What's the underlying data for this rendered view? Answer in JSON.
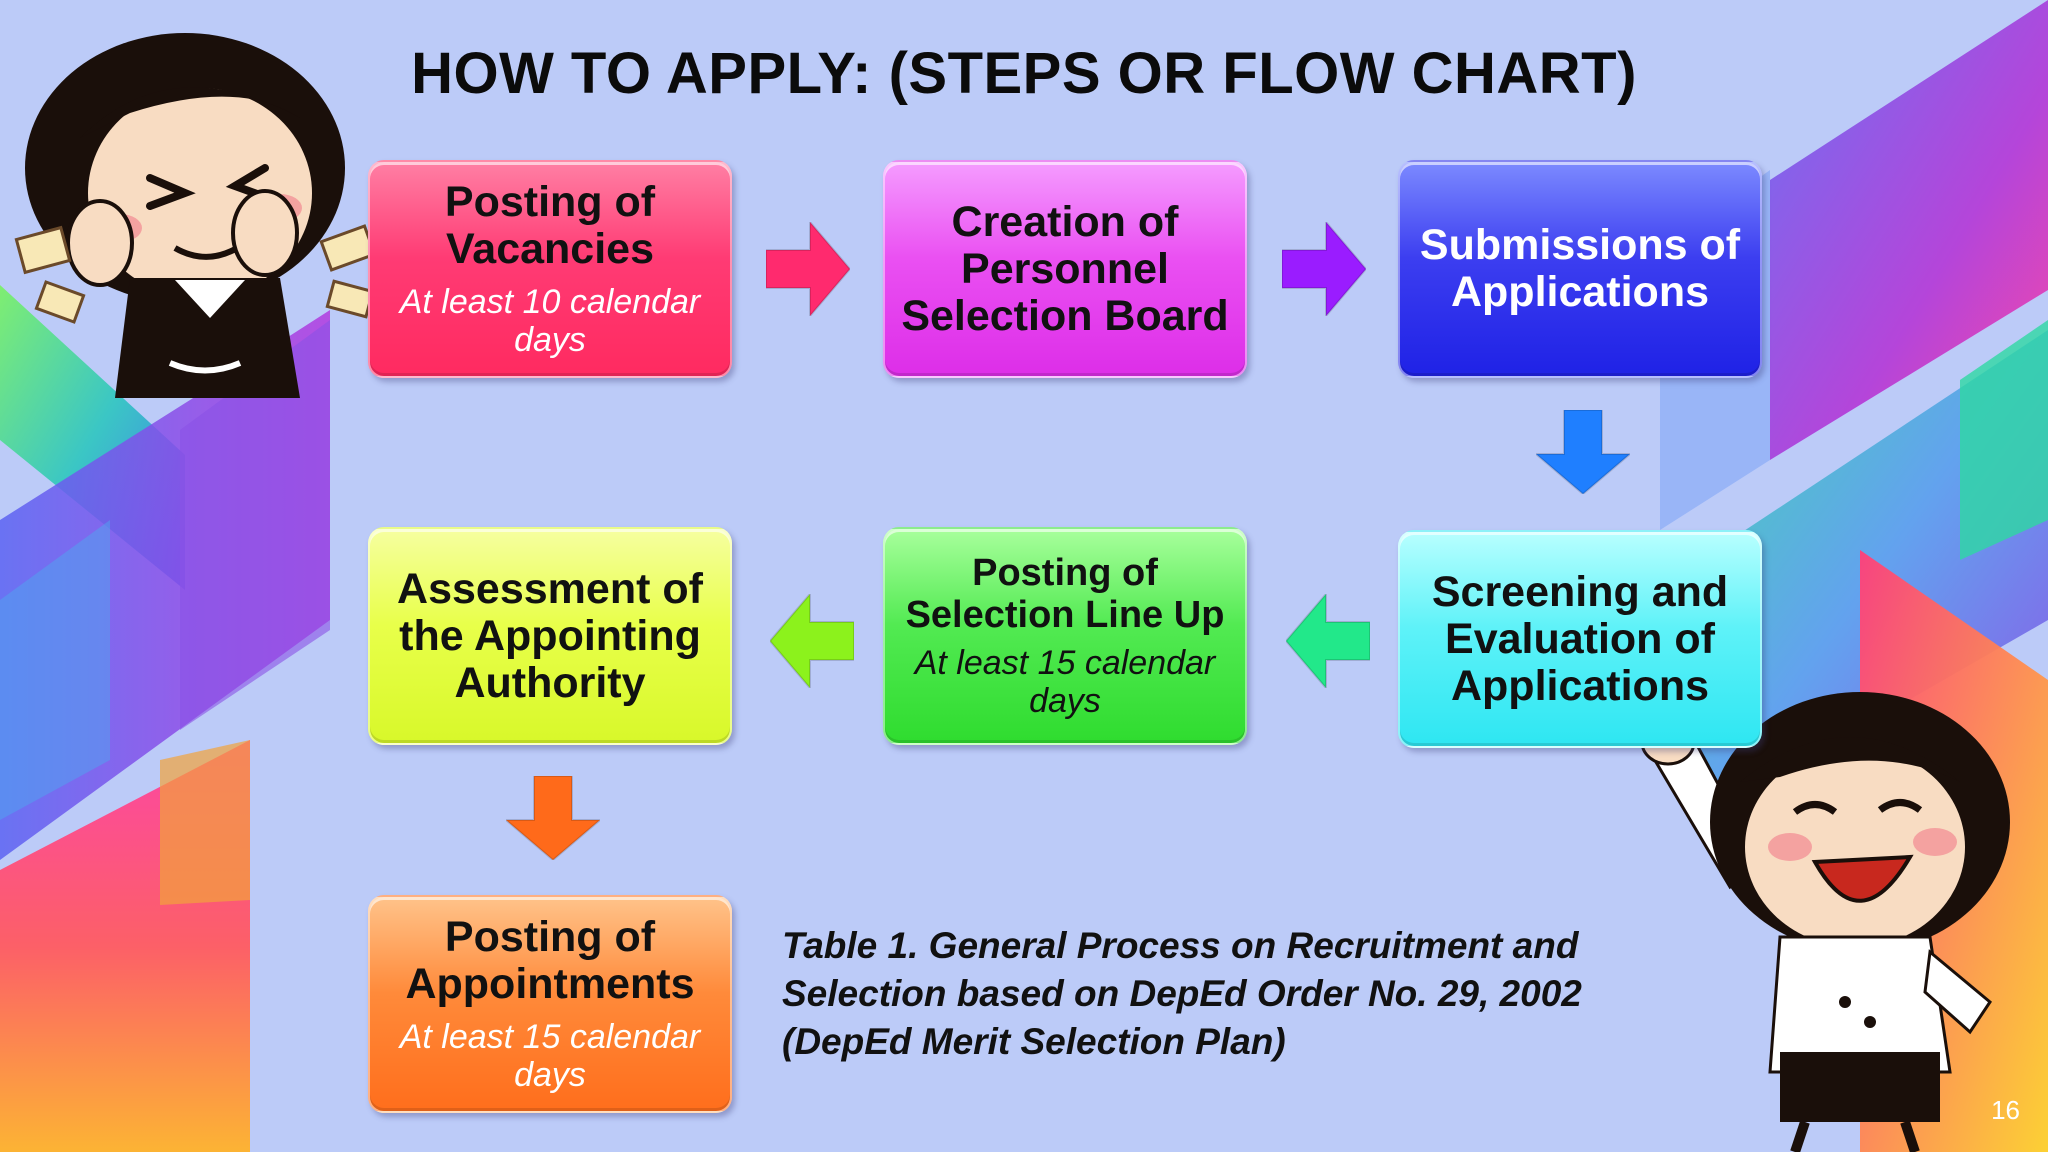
{
  "slide": {
    "title": "HOW TO APPLY: (STEPS OR FLOW CHART)",
    "page_number": "16"
  },
  "flow": {
    "steps": [
      {
        "label": "Posting of Vacancies",
        "note": "At least 10 calendar days",
        "color": "#ff3b74"
      },
      {
        "label": "Creation of Personnel Selection Board",
        "note": "",
        "color": "#ea50f2"
      },
      {
        "label": "Submissions of Applications",
        "note": "",
        "color": "#3c3ef0"
      },
      {
        "label": "Screening and Evaluation of Applications",
        "note": "",
        "color": "#5ef2f8"
      },
      {
        "label": "Posting of Selection Line Up",
        "note": "At least 15 calendar days",
        "color": "#52ea52"
      },
      {
        "label": "Assessment of the Appointing Authority",
        "note": "",
        "color": "#e8ff4a"
      },
      {
        "label": "Posting of Appointments",
        "note": "At least 15 calendar days",
        "color": "#ff8a3a"
      }
    ],
    "arrow_colors": [
      "#ff2a6e",
      "#9a1cff",
      "#1f7fff",
      "#22e88a",
      "#8cf21c",
      "#ff6a1a"
    ]
  },
  "caption": {
    "line1": "Table 1. General Process on Recruitment and",
    "line2": "Selection based on DepEd Order No. 29, 2002",
    "line3": "(DepEd Merit Selection Plan)"
  }
}
